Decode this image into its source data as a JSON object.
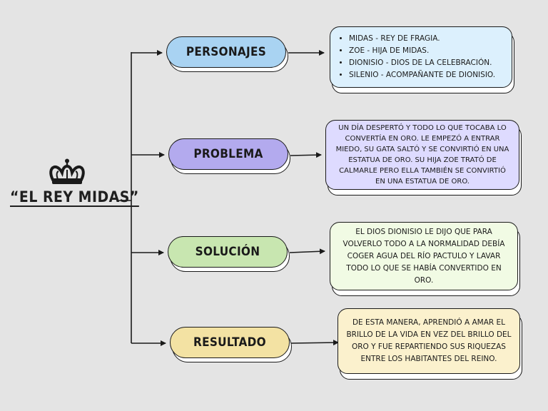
{
  "title": "“EL REY MIDAS”",
  "crown_icon": "crown-icon",
  "colors": {
    "background": "#e4e4e4",
    "personajes": "#a9d3f2",
    "personajes_box": "#dcf0fd",
    "problema": "#b3aaee",
    "problema_box": "#dedbff",
    "solucion": "#c8e6b0",
    "solucion_box": "#f1fbe4",
    "resultado": "#f3e2a3",
    "resultado_box": "#fbf1cd",
    "stroke": "#1a1a1a"
  },
  "nodes": {
    "personajes": {
      "label": "PERSONAJES",
      "items": [
        "MIDAS - REY DE FRAGIA.",
        "ZOE - HIJA DE MIDAS.",
        "DIONISIO - DIOS DE LA CELEBRACIÓN.",
        "SILENIO - ACOMPAÑANTE DE DIONISIO."
      ]
    },
    "problema": {
      "label": "PROBLEMA",
      "text": "UN DÍA DESPERTÓ Y TODO LO QUE TOCABA LO CONVERTÍA EN ORO. LE EMPEZÓ A ENTRAR MIEDO, SU GATA SALTÓ Y SE CONVIRTIÓ EN UNA ESTATUA DE ORO. SU HIJA ZOE TRATÓ DE CALMARLE PERO ELLA TAMBIÉN SE CONVIRTIÓ EN UNA ESTATUA DE ORO."
    },
    "solucion": {
      "label": "SOLUCIÓN",
      "text": "EL DIOS DIONISIO LE DIJO QUE PARA VOLVERLO TODO A LA NORMALIDAD DEBÍA COGER AGUA DEL RÍO PACTULO Y LAVAR TODO LO QUE SE HABÍA CONVERTIDO EN ORO."
    },
    "resultado": {
      "label": "RESULTADO",
      "text": "DE ESTA MANERA, APRENDIÓ A AMAR EL BRILLO DE LA VIDA EN VEZ DEL BRILLO DEL ORO Y FUE REPARTIENDO SUS RIQUEZAS ENTRE LOS HABITANTES DEL REINO."
    }
  }
}
